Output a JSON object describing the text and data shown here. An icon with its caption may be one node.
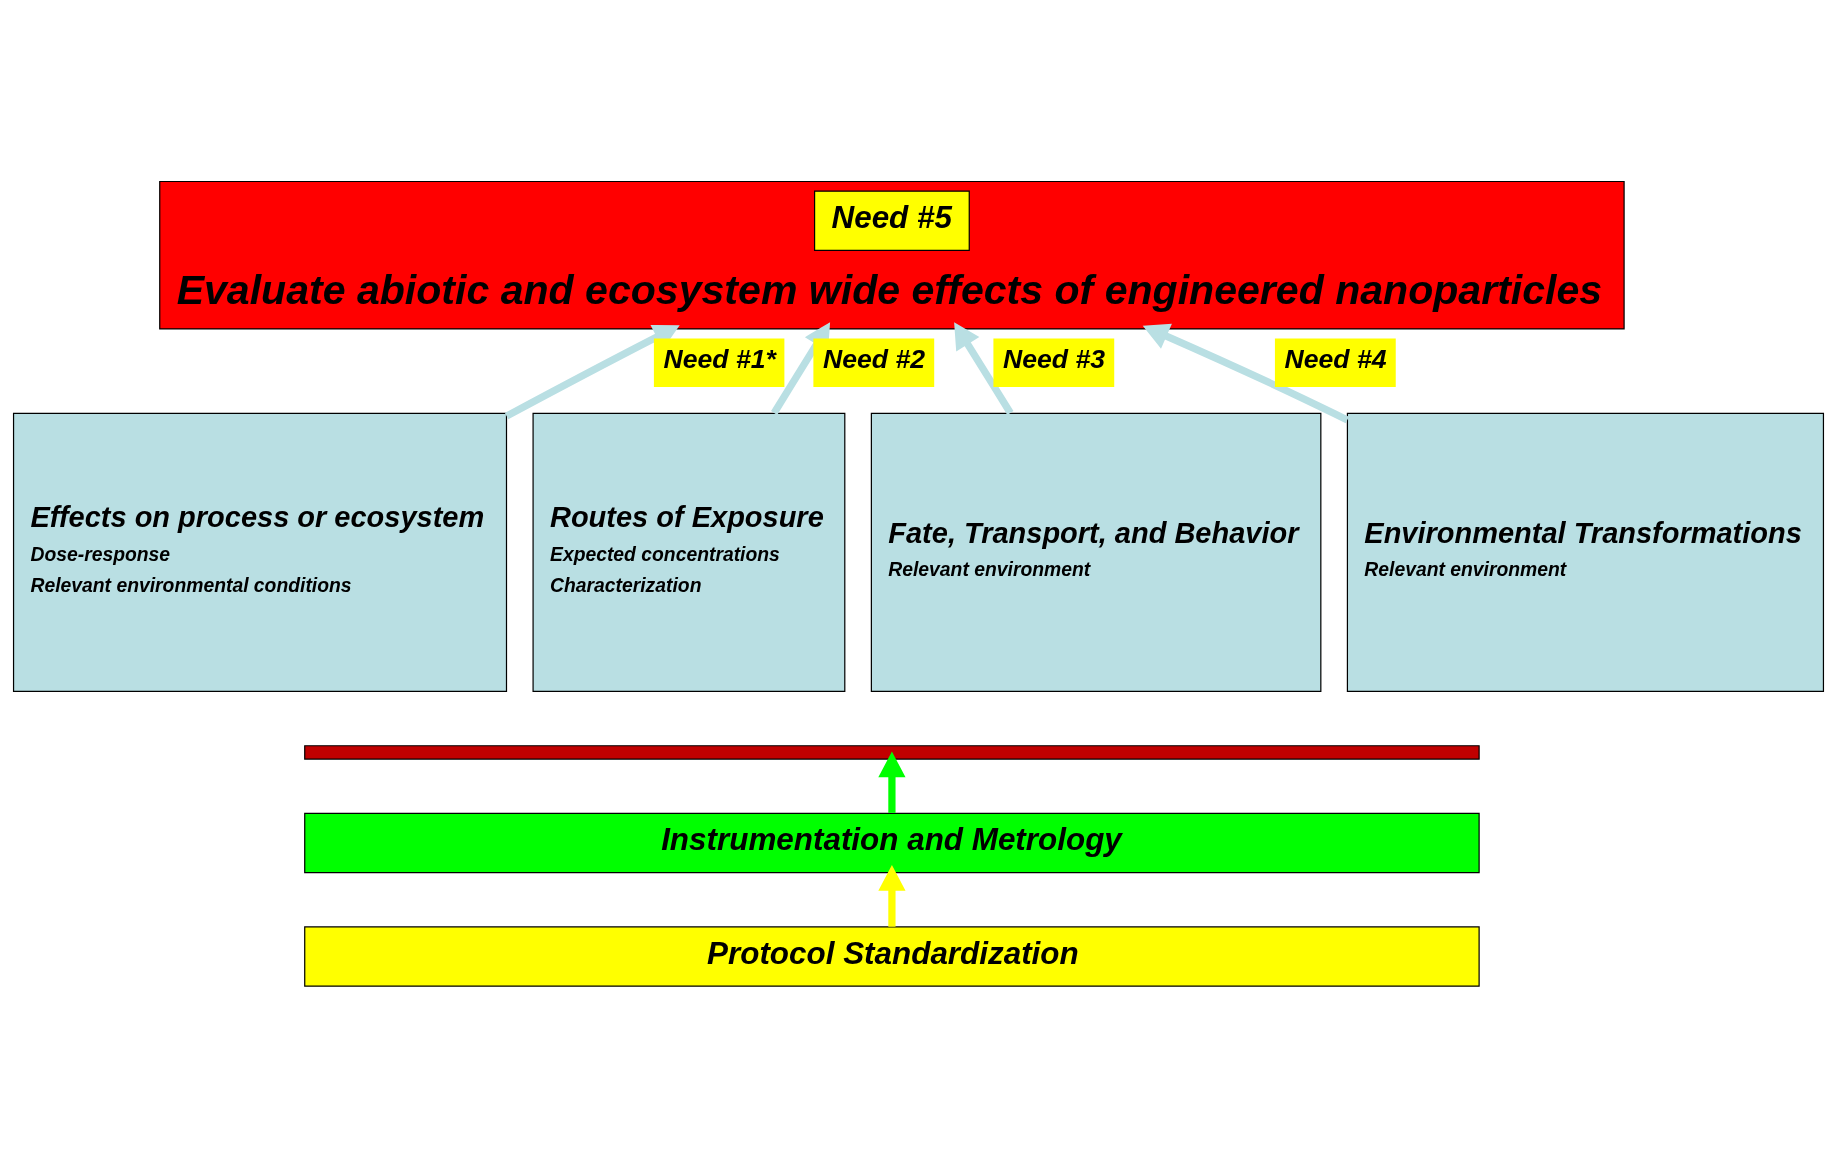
{
  "diagram": {
    "nodes": [
      {
        "text": [
          "Evaluate abiotic and ecosystem wide effects of engineered nanoparticles"
        ]
      },
      {
        "text": [
          "Need #5"
        ],
        "in": 0
      },
      {
        "text": [
          "Effects on process or ecosystem",
          "Dose-response",
          "Relevant environmental conditions"
        ]
      },
      {
        "text": [
          "Routes of Exposure",
          "Expected concentrations",
          "Characterization"
        ]
      },
      {
        "text": [
          "Fate, Transport, and Behavior",
          "Relevant environment"
        ]
      },
      {
        "text": [
          "Environmental Transformations",
          "Relevant environment"
        ]
      },
      {
        "text": [],
        "shape": "bar"
      },
      {
        "text": [
          "Instrumentation and Metrology"
        ]
      },
      {
        "text": [
          "Protocol Standardization"
        ]
      }
    ],
    "edges": [
      {
        "from": 2,
        "to": 0,
        "arrow": "to",
        "label": "Need #1*"
      },
      {
        "from": 3,
        "to": 0,
        "arrow": "to",
        "label": "Need #2"
      },
      {
        "from": 4,
        "to": 0,
        "arrow": "to",
        "label": "Need #3"
      },
      {
        "from": 5,
        "to": 0,
        "arrow": "to",
        "label": "Need #4"
      },
      {
        "from": 7,
        "to": 6,
        "arrow": "to",
        "color": "#00ff00"
      },
      {
        "from": 8,
        "to": 7,
        "arrow": "to",
        "color": "#ffff00"
      }
    ]
  }
}
